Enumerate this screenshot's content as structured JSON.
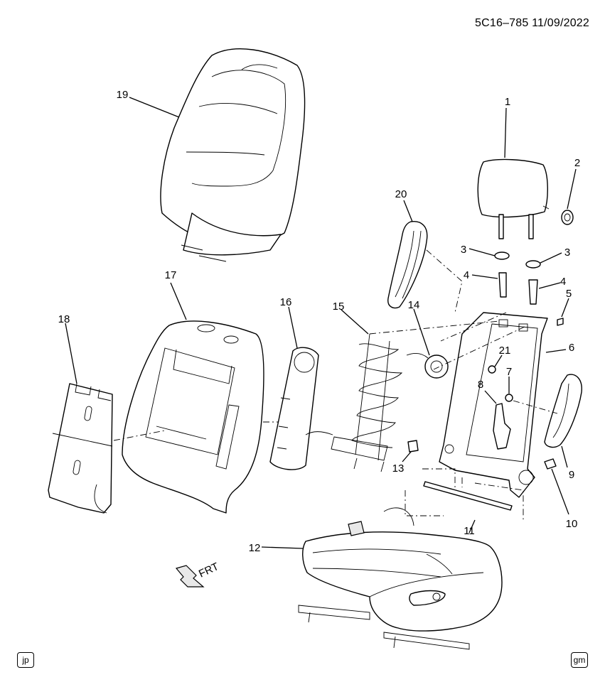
{
  "header": {
    "reference": "5C16–785  11/09/2022"
  },
  "callouts": {
    "c1": "1",
    "c2": "2",
    "c3a": "3",
    "c3b": "3",
    "c4a": "4",
    "c4b": "4",
    "c5": "5",
    "c6": "6",
    "c7": "7",
    "c8": "8",
    "c9": "9",
    "c10": "10",
    "c11": "11",
    "c12": "12",
    "c13": "13",
    "c14": "14",
    "c15": "15",
    "c16": "16",
    "c17": "17",
    "c18": "18",
    "c19": "19",
    "c20": "20",
    "c21": "21"
  },
  "direction_arrow": {
    "label": "FRT"
  },
  "badges": {
    "left": "jp",
    "right": "gm"
  }
}
